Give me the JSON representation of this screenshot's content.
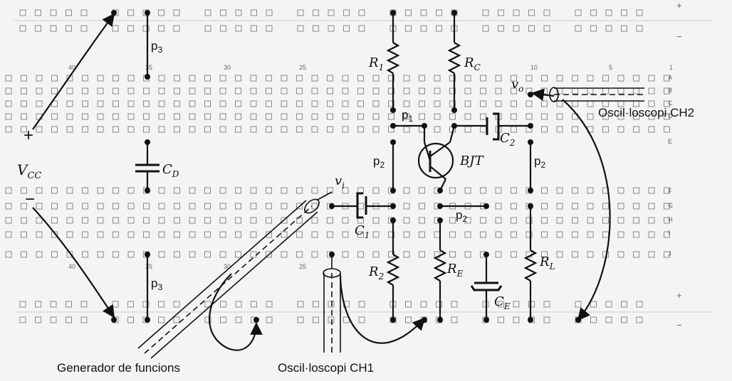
{
  "labels": {
    "vcc": "V",
    "vcc_sub": "CC",
    "plus": "+",
    "minus": "−",
    "p3_top": "p",
    "p3_top_sub": "3",
    "p3_bot": "p",
    "p3_bot_sub": "3",
    "cd": "C",
    "cd_sub": "D",
    "r1": "R",
    "r1_sub": "1",
    "rc": "R",
    "rc_sub": "C",
    "p1": "p",
    "p1_sub": "1",
    "c2": "C",
    "c2_sub": "2",
    "p2_left": "p",
    "p2_left_sub": "2",
    "p2_mid": "p",
    "p2_mid_sub": "2",
    "p2_right": "p",
    "p2_right_sub": "2",
    "bjt": "BJT",
    "vi": "v",
    "vi_sub": "i",
    "vo": "v",
    "vo_sub": "o",
    "c1": "C",
    "c1_sub": "1",
    "r2": "R",
    "r2_sub": "2",
    "re": "R",
    "re_sub": "E",
    "ce": "C",
    "ce_sub": "E",
    "rl": "R",
    "rl_sub": "L"
  },
  "captions": {
    "generator": "Generador de funcions",
    "osc_ch1": "Oscil·loscopi CH1",
    "osc_ch2": "Oscil·loscopi CH2"
  },
  "breadboard": {
    "column_numbers": [
      "40",
      "35",
      "30",
      "25",
      "10",
      "5",
      "1"
    ],
    "row_letters_top": [
      "A",
      "B",
      "C",
      "D",
      "E"
    ],
    "row_letters_bottom": [
      "F",
      "G",
      "H",
      "I",
      "J"
    ],
    "rail_signs": [
      "+",
      "−",
      "+",
      "−"
    ]
  },
  "colors": {
    "ink": "#111111",
    "hole": "#8a8a8a",
    "board": "#f4f4f2"
  }
}
